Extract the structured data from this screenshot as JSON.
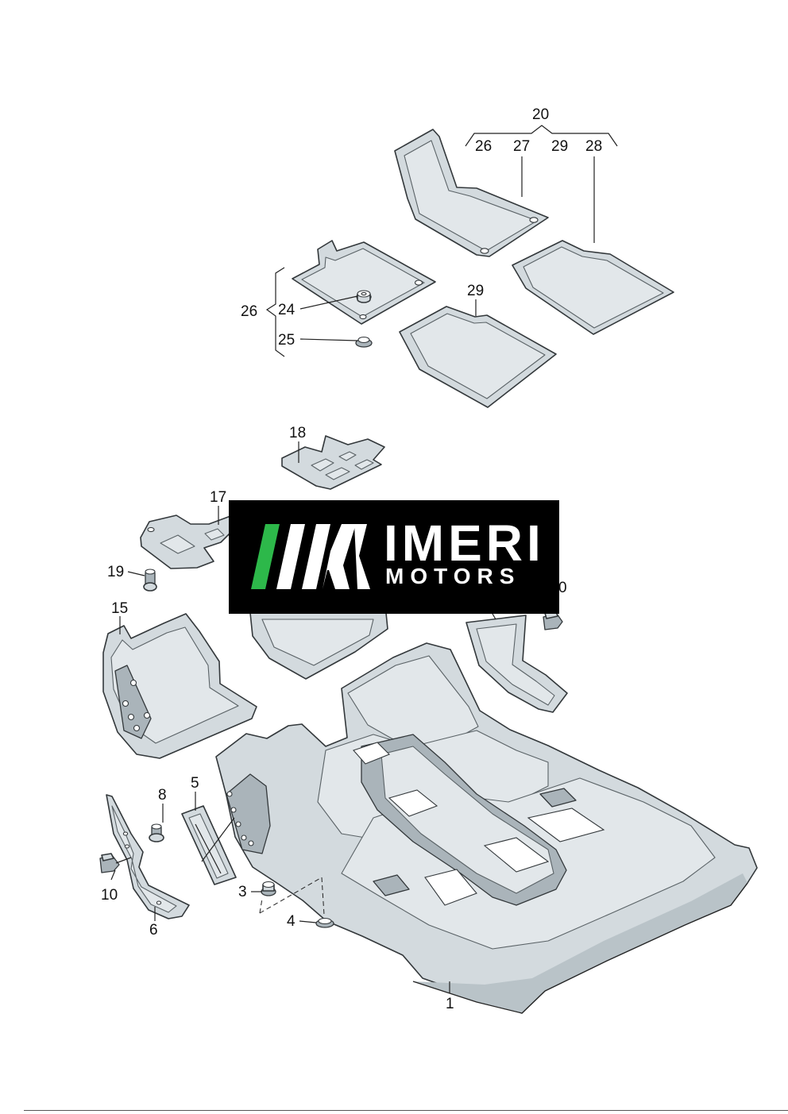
{
  "figure": {
    "callouts": {
      "c20": "20",
      "c26a": "26",
      "c27": "27",
      "c29a": "29",
      "c28": "28",
      "c26b": "26",
      "c24": "24",
      "c25": "25",
      "c29b": "29",
      "c18": "18",
      "c17": "17",
      "c19": "19",
      "c30": "0",
      "c15": "15",
      "c8": "8",
      "c5": "5",
      "c10": "10",
      "c6": "6",
      "c3": "3",
      "c4": "4",
      "c1": "1"
    }
  },
  "watermark": {
    "line1": "IMERI",
    "line2": "MOTORS",
    "colors": {
      "background": "#000000",
      "accent": "#2db84a",
      "text": "#ffffff"
    }
  }
}
